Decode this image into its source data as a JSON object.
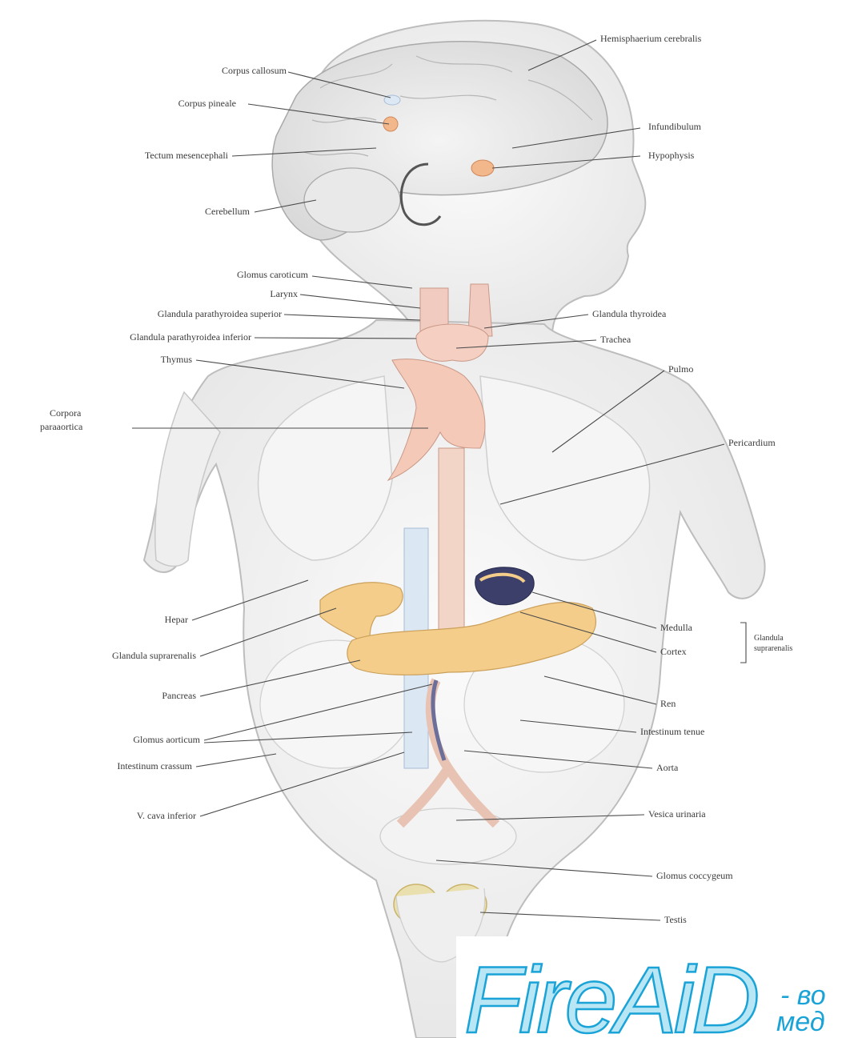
{
  "labels": {
    "hemisphere": "Hemisphaerium cerebralis",
    "corpus_callosum": "Corpus callosum",
    "corpus_pineale": "Corpus pineale",
    "tectum": "Tectum mesencephali",
    "infundibulum": "Infundibulum",
    "hypophysis": "Hypophysis",
    "cerebellum": "Cerebellum",
    "glomus_caroticum": "Glomus caroticum",
    "larynx": "Larynx",
    "parathyroid_sup": "Glandula parathyroidea superior",
    "parathyroid_inf": "Glandula parathyroidea inferior",
    "thyroid": "Glandula thyroidea",
    "trachea": "Trachea",
    "thymus": "Thymus",
    "pulmo": "Pulmo",
    "corpora_paraaortica": [
      "Corpora",
      "paraaortica"
    ],
    "pericardium": "Pericardium",
    "hepar": "Hepar",
    "medulla": "Medulla",
    "cortex": "Cortex",
    "glandula_suprarenalis_group": [
      "Glandula",
      "suprarenalis"
    ],
    "glandula_suprarenalis": "Glandula suprarenalis",
    "pancreas": "Pancreas",
    "ren": "Ren",
    "glomus_aorticum": "Glomus aorticum",
    "intestinum_tenue": "Intestinum tenue",
    "intestinum_crassum": "Intestinum crassum",
    "aorta": "Aorta",
    "vena_cava": "V. cava inferior",
    "vesica": "Vesica urinaria",
    "glomus_coccygeum": "Glomus coccygeum",
    "testis": "Testis"
  },
  "watermark": {
    "brand": "FireAiD",
    "tagline_1": "- во",
    "tagline_2": "мед"
  }
}
